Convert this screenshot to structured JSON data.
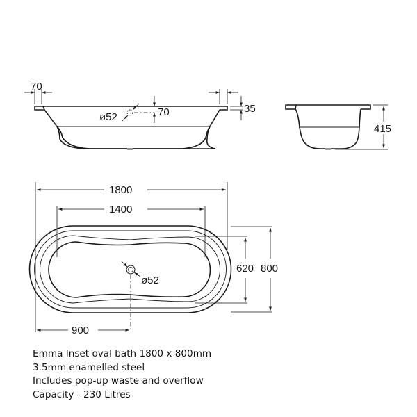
{
  "side_view": {
    "rim_left_width": "70",
    "rim_right_width": "70",
    "rim_thickness": "35",
    "overflow_diameter": "ø52",
    "overflow_offset": "70"
  },
  "end_view": {
    "depth": "415"
  },
  "plan_view": {
    "overall_length": "1800",
    "inner_length": "1400",
    "inner_width": "620",
    "overall_width": "800",
    "waste_position": "900",
    "waste_diameter": "ø52"
  },
  "specs": {
    "lines": [
      "Emma Inset oval bath 1800 x 800mm",
      "3.5mm enamelled steel",
      "Includes pop-up waste and overflow",
      "Capacity - 230 Litres"
    ]
  }
}
